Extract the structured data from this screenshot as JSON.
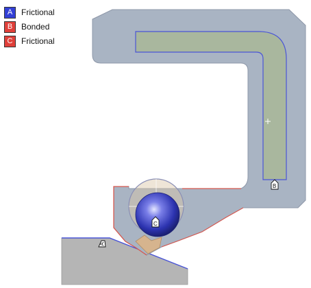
{
  "legend": {
    "items": [
      {
        "letter": "A",
        "label": "Frictional",
        "color": "#3340d6"
      },
      {
        "letter": "B",
        "label": "Bonded",
        "color": "#e0403a"
      },
      {
        "letter": "C",
        "label": "Frictional",
        "color": "#e0403a"
      }
    ]
  },
  "markers": {
    "a": "A",
    "b": "B",
    "c": "C"
  },
  "colors": {
    "seal_body": "#a9b4c3",
    "insert": "#a9b79e",
    "outline_blue": "#4a55d6",
    "outline_red": "#d8574e",
    "ball": "#3038b0",
    "ball_highlight": "#dde0ff",
    "spring_ring": "#d9c6a6",
    "lip_contact": "#d6b48e",
    "shaft": "#b5b5b5"
  }
}
